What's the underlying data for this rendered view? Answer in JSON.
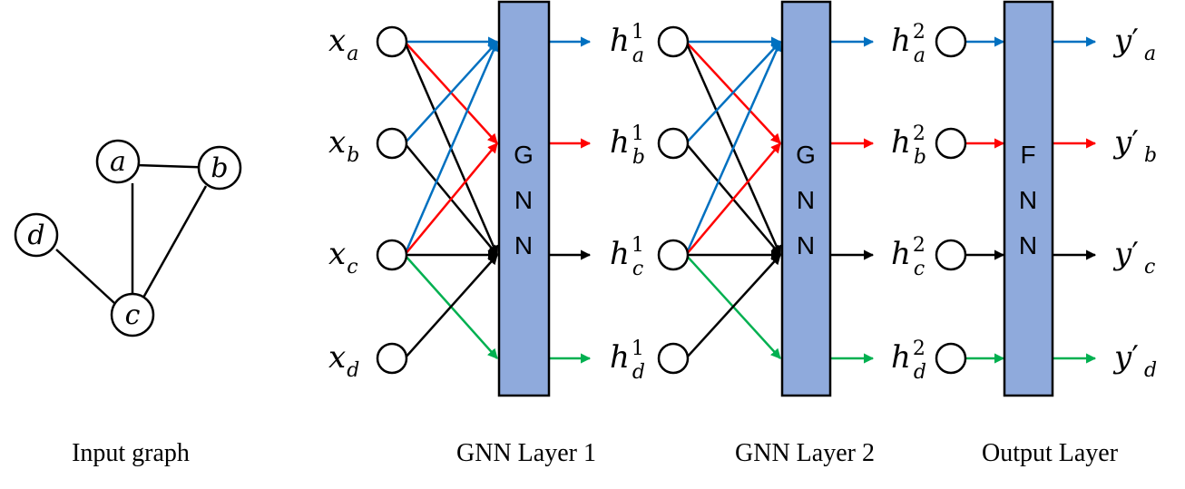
{
  "input_graph": {
    "nodes": [
      {
        "id": "a",
        "label": "a"
      },
      {
        "id": "b",
        "label": "b"
      },
      {
        "id": "c",
        "label": "c"
      },
      {
        "id": "d",
        "label": "d"
      }
    ],
    "edges": [
      [
        "a",
        "b"
      ],
      [
        "a",
        "c"
      ],
      [
        "b",
        "c"
      ],
      [
        "d",
        "c"
      ]
    ]
  },
  "captions": {
    "input_graph": "Input graph",
    "gnn_layer_1": "GNN Layer 1",
    "gnn_layer_2": "GNN Layer 2",
    "output_layer": "Output Layer"
  },
  "blocks": {
    "gnn1": [
      "G",
      "N",
      "N"
    ],
    "gnn2": [
      "G",
      "N",
      "N"
    ],
    "fnn": [
      "F",
      "N",
      "N"
    ]
  },
  "columns": {
    "input": {
      "base": "x",
      "sup": "",
      "prime": false,
      "subs": [
        "a",
        "b",
        "c",
        "d"
      ]
    },
    "hidden1": {
      "base": "h",
      "sup": "1",
      "prime": false,
      "subs": [
        "a",
        "b",
        "c",
        "d"
      ]
    },
    "hidden2": {
      "base": "h",
      "sup": "2",
      "prime": false,
      "subs": [
        "a",
        "b",
        "c",
        "d"
      ]
    },
    "output": {
      "base": "y",
      "sup": "",
      "prime": true,
      "subs": [
        "a",
        "b",
        "c",
        "d"
      ]
    }
  },
  "colors": {
    "a": "#0070C0",
    "b": "#FF0000",
    "c": "#000000",
    "d": "#00B050",
    "layer_fill": "#8FAADC"
  },
  "message_passing": {
    "a": [
      "a",
      "b",
      "c"
    ],
    "b": [
      "a",
      "c"
    ],
    "c": [
      "a",
      "b",
      "c",
      "d"
    ],
    "d": [
      "c"
    ]
  }
}
